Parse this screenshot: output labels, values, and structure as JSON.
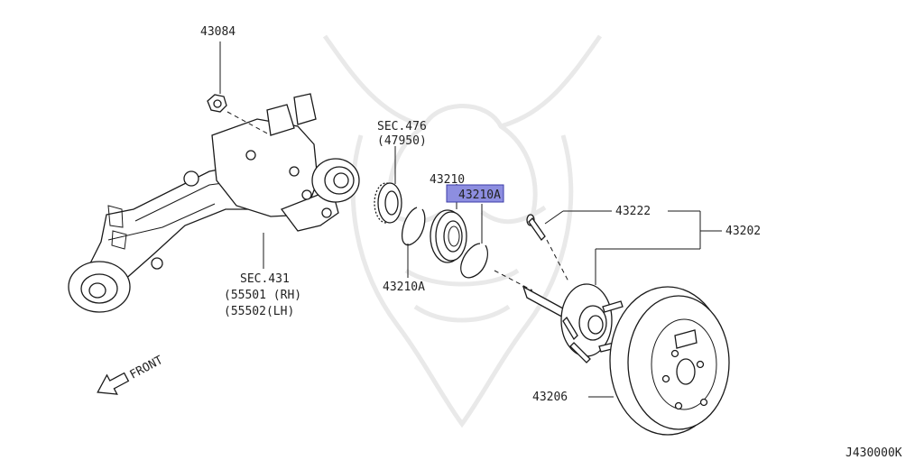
{
  "labels": {
    "p43084": "43084",
    "sec476": "SEC.476",
    "sec476_sub": "(47950)",
    "p43210_top": "43210",
    "p43210a_highlight": "43210A",
    "p43222": "43222",
    "p43202": "43202",
    "sec431": "SEC.431",
    "sec431_rh": "(55501 (RH)",
    "sec431_lh": "(55502(LH)",
    "p43210a_bottom": "43210A",
    "p43206": "43206",
    "front": "FRONT",
    "diagram_code": "J430000K"
  },
  "colors": {
    "highlight": "#8d8ee0",
    "line": "#1a1a1a",
    "watermark": "#e9e9e9"
  }
}
